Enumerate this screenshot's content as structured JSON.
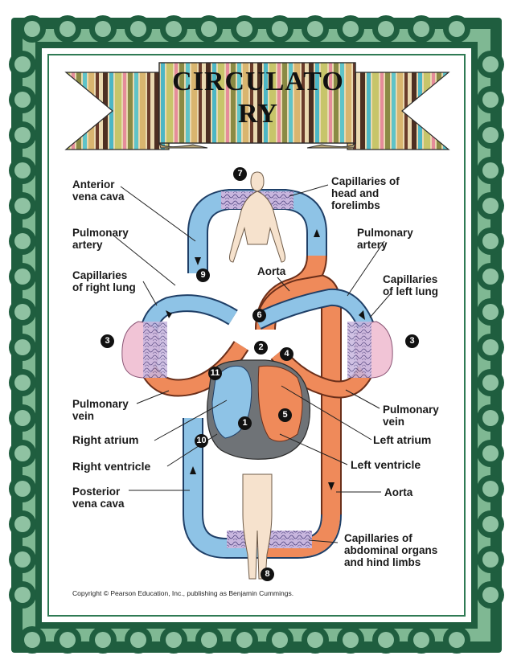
{
  "banner": {
    "title_line1": "CIRCULATO",
    "title_line2": "RY"
  },
  "labels": {
    "anterior_vena_cava": [
      "Anterior",
      "vena cava"
    ],
    "capillaries_head": [
      "Capillaries of",
      "head and",
      "forelimbs"
    ],
    "pulmonary_artery_left_side": [
      "Pulmonary",
      "artery"
    ],
    "pulmonary_artery_right_side": [
      "Pulmonary",
      "artery"
    ],
    "aorta_top": "Aorta",
    "capillaries_right_lung": [
      "Capillaries",
      "of right lung"
    ],
    "capillaries_left_lung": [
      "Capillaries",
      "of left lung"
    ],
    "pulmonary_vein_left_side": [
      "Pulmonary",
      "vein"
    ],
    "pulmonary_vein_right_side": [
      "Pulmonary",
      "vein"
    ],
    "right_atrium": "Right atrium",
    "left_atrium": "Left atrium",
    "right_ventricle": "Right ventricle",
    "left_ventricle": "Left ventricle",
    "posterior_vena_cava": [
      "Posterior",
      "vena cava"
    ],
    "aorta_bottom": "Aorta",
    "capillaries_abdominal": [
      "Capillaries of",
      "abdominal organs",
      "and hind limbs"
    ]
  },
  "step_numbers": [
    "1",
    "2",
    "3",
    "3",
    "4",
    "5",
    "6",
    "7",
    "8",
    "9",
    "10",
    "11"
  ],
  "copyright": "Copyright © Pearson Education, Inc., publishing as Benjamin Cummings.",
  "colors": {
    "frame_dark": "#1f5e3f",
    "frame_light": "#8fc2a2",
    "deoxygenated_vessel": "#8ec3e6",
    "oxygenated_vessel": "#ef8a5a",
    "capillary": "#b9a6d0",
    "heart_dark": "#6f7377",
    "lung": "#f1c4d6"
  }
}
